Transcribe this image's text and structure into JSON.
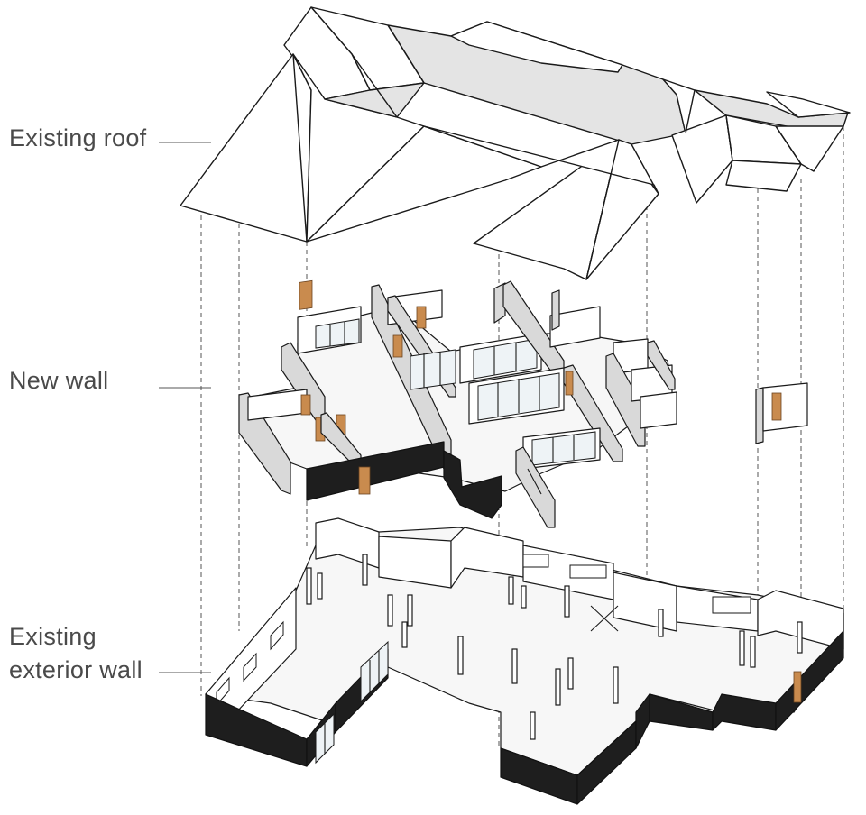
{
  "labels": {
    "roof": "Existing roof",
    "wall": "New wall",
    "exterior_line1": "Existing",
    "exterior_line2": "exterior wall"
  },
  "colors": {
    "outline": "#1a1a1a",
    "label_text": "#4a4a4a",
    "dark_wall": "#1e1e1e",
    "wood_door": "#c98b4e",
    "roof_shade": "#e4e4e4"
  }
}
